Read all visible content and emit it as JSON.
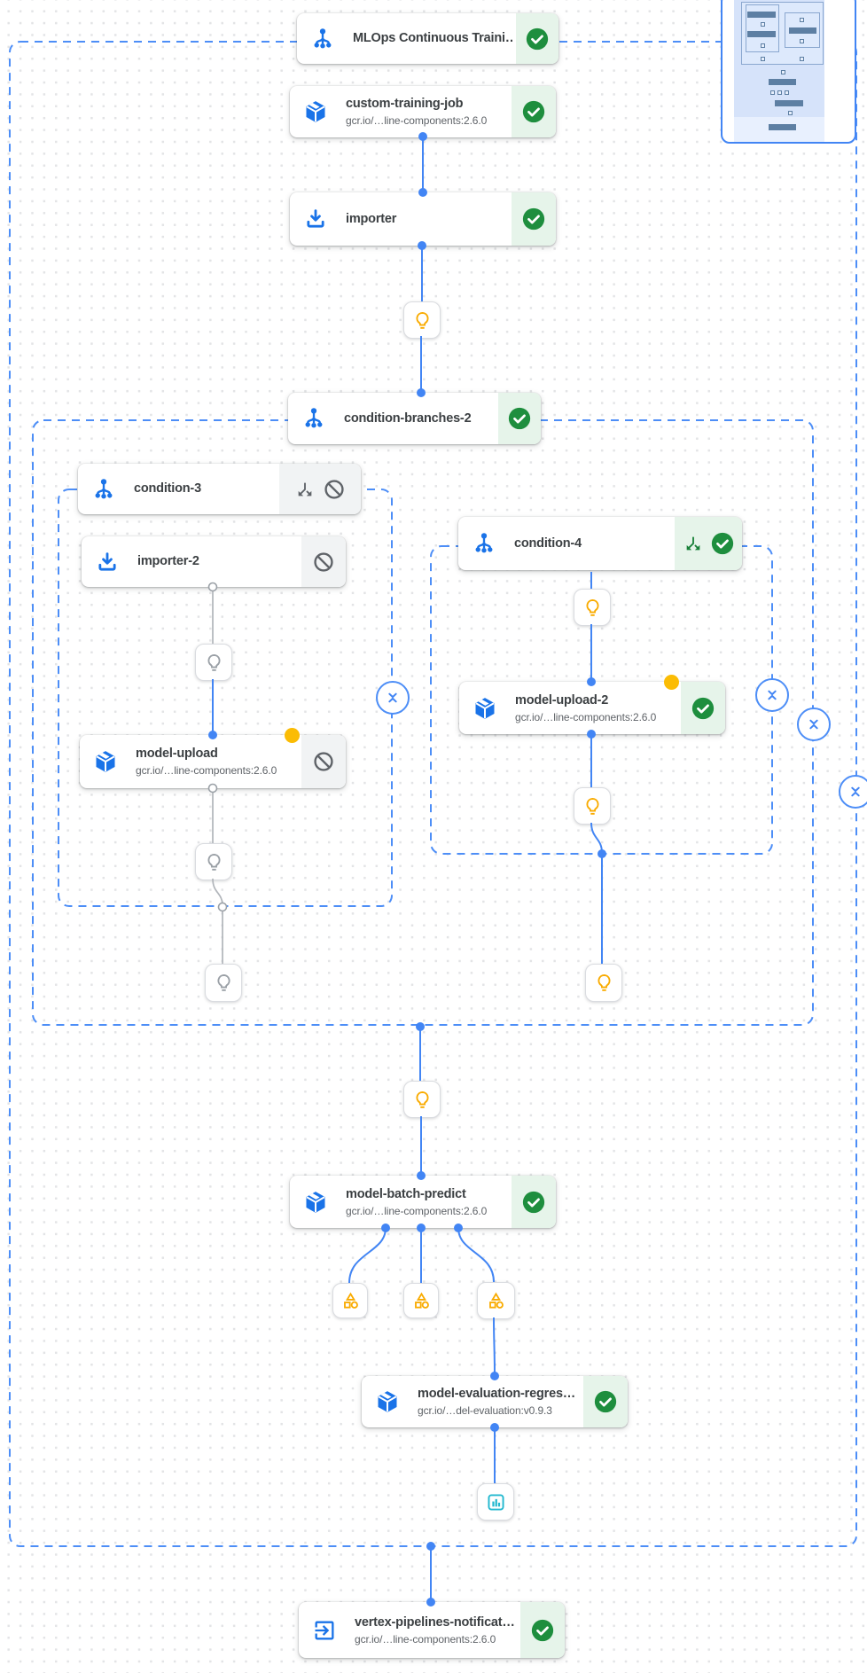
{
  "app": {
    "name": "pipeline-dag-canvas"
  },
  "pipeline": {
    "nodes": [
      {
        "label": "MLOps Continuous Traini…",
        "status": "succeeded",
        "icon": "condition-icon"
      },
      {
        "label": "custom-training-job",
        "sublabel": "gcr.io/…line-components:2.6.0",
        "status": "succeeded",
        "icon": "component-icon"
      },
      {
        "label": "importer",
        "status": "succeeded",
        "icon": "importer-icon"
      },
      {
        "label": "condition-branches-2",
        "status": "succeeded",
        "icon": "condition-icon"
      },
      {
        "label": "condition-3",
        "status": "skipped",
        "icon": "condition-icon"
      },
      {
        "label": "importer-2",
        "status": "skipped",
        "icon": "importer-icon"
      },
      {
        "label": "model-upload",
        "sublabel": "gcr.io/…line-components:2.6.0",
        "status": "skipped",
        "badge": "pending-dot",
        "icon": "component-icon"
      },
      {
        "label": "condition-4",
        "status": "succeeded",
        "icon": "condition-icon"
      },
      {
        "label": "model-upload-2",
        "sublabel": "gcr.io/…line-components:2.6.0",
        "status": "succeeded",
        "badge": "pending-dot",
        "icon": "component-icon"
      },
      {
        "label": "model-batch-predict",
        "sublabel": "gcr.io/…line-components:2.6.0",
        "status": "succeeded",
        "icon": "component-icon"
      },
      {
        "label": "model-evaluation-regres…",
        "sublabel": "gcr.io/…del-evaluation:v0.9.3",
        "status": "succeeded",
        "icon": "component-icon"
      },
      {
        "label": "vertex-pipelines-notificat…",
        "sublabel": "gcr.io/…line-components:2.6.0",
        "status": "succeeded",
        "icon": "exit-icon"
      }
    ],
    "artifacts": [
      {
        "type": "lightbulb",
        "state": "active"
      },
      {
        "type": "lightbulb",
        "state": "skipped"
      },
      {
        "type": "dataset"
      },
      {
        "type": "metrics"
      }
    ]
  },
  "colors": {
    "edge_blue": "#4285f4",
    "group_border_blue": "#4d8ef7",
    "success_green": "#1e8e3e",
    "success_bg": "#e6f4ea",
    "skipped_gray": "#5f6368",
    "skipped_bg": "#f1f3f4",
    "pending_yellow": "#fbbc04",
    "artifact_yellow": "#f9ab00",
    "metrics_teal": "#22b8cf",
    "skipped_edge_gray": "#b1b5ba"
  }
}
